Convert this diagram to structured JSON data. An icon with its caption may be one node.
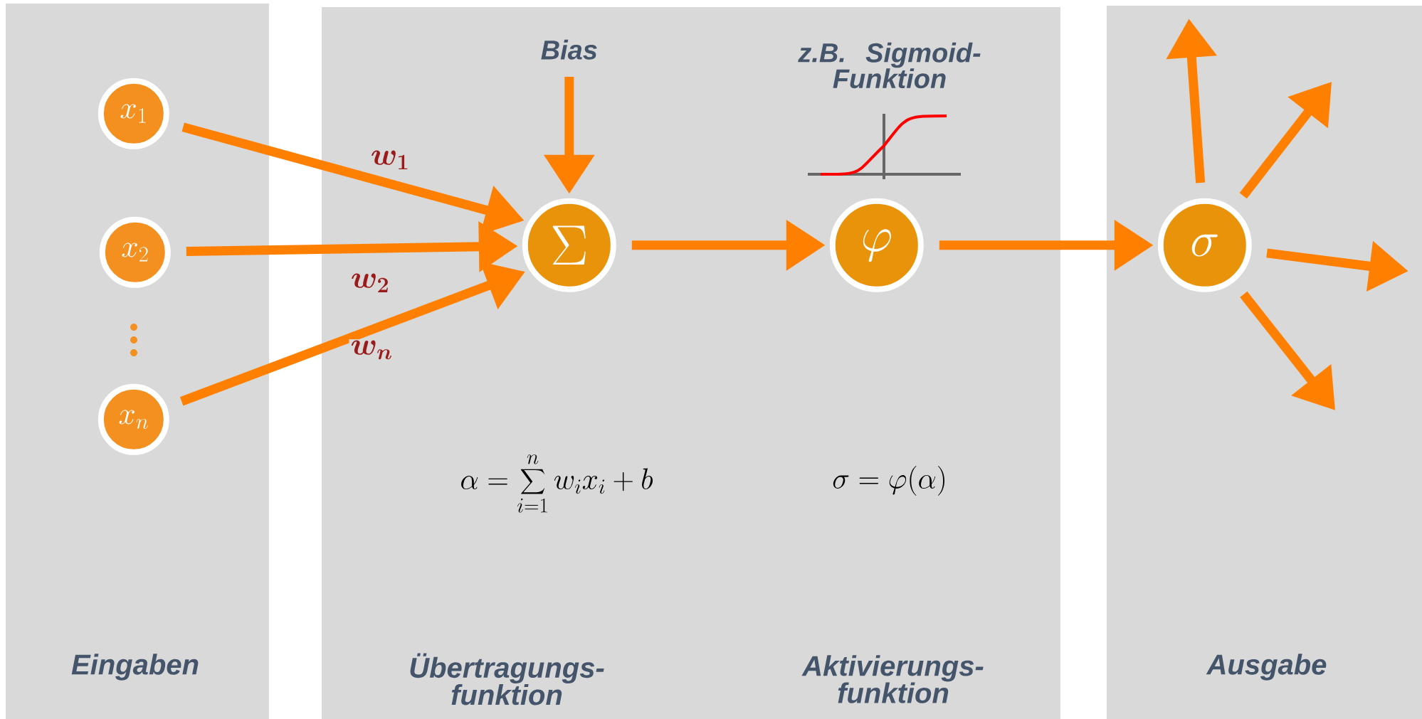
{
  "diagram": {
    "nodes": [
      {
        "text": [
          "Eingaben"
        ]
      },
      {
        "text": [
          "Übertragungs- funktion",
          "Aktivierungs- funktion"
        ]
      },
      {
        "text": [
          "Ausgabe"
        ]
      },
      {
        "text": [
          "x_1"
        ],
        "in": 0
      },
      {
        "text": [
          "x_2"
        ],
        "in": 0
      },
      {
        "text": [
          "x_n"
        ],
        "in": 0
      },
      {
        "text": [
          "\\Sigma"
        ],
        "in": 1
      },
      {
        "text": [
          "\\varphi"
        ],
        "in": 1
      },
      {
        "text": [
          "\\sigma"
        ],
        "in": 2
      },
      {
        "text": [
          "Bias"
        ],
        "in": 1
      }
    ],
    "edges": [
      {
        "from": 3,
        "to": 6,
        "arrow": "to",
        "label": "w_1"
      },
      {
        "from": 4,
        "to": 6,
        "arrow": "to",
        "label": "w_2"
      },
      {
        "from": 5,
        "to": 6,
        "arrow": "to",
        "label": "w_n"
      },
      {
        "from": 9,
        "to": 6,
        "arrow": "to"
      },
      {
        "from": 6,
        "to": 7,
        "arrow": "to"
      },
      {
        "from": 7,
        "to": 8,
        "arrow": "to"
      },
      {
        "from": 8,
        "to": null,
        "arrow": "to"
      },
      {
        "from": 8,
        "to": null,
        "arrow": "to"
      },
      {
        "from": 8,
        "to": null,
        "arrow": "to"
      },
      {
        "from": 8,
        "to": null,
        "arrow": "to"
      }
    ],
    "labels": [
      "z.B. Sigmoid- Funktion",
      "\\alpha = \\sum_{i=1}^{n} w_i x_i + b",
      "\\sigma = \\varphi(\\alpha)"
    ]
  }
}
